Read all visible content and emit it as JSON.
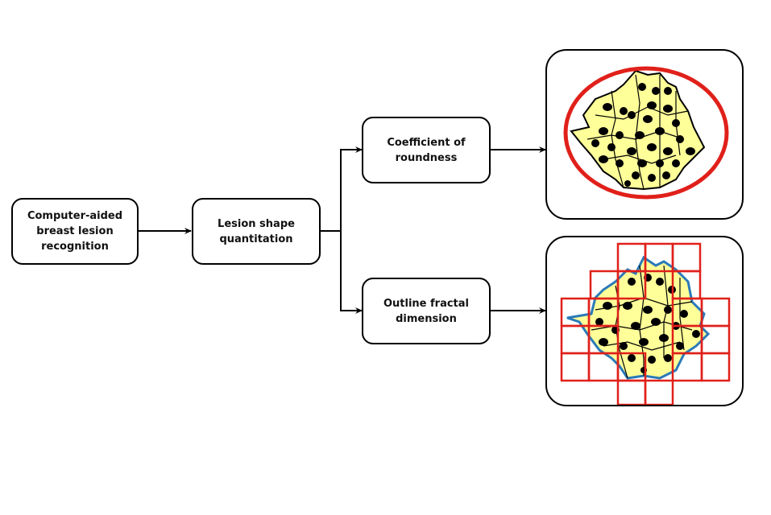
{
  "nodes": {
    "recognition": {
      "label": "Computer-aided\nbreast lesion\nrecognition"
    },
    "quantitation": {
      "label": "Lesion shape\nquantitation"
    },
    "roundness": {
      "label": "Coefficient of\nroundness"
    },
    "fractal": {
      "label": "Outline fractal\ndimension"
    }
  },
  "illustrations": {
    "roundness": {
      "description": "lesion cells enclosed by circle"
    },
    "fractal": {
      "description": "lesion outline covered by box-counting grid"
    }
  },
  "colors": {
    "cell_fill": "#ffff99",
    "nucleus": "#000000",
    "circle": "#e0201a",
    "grid": "#e0201a",
    "outline": "#2a7ab8"
  }
}
